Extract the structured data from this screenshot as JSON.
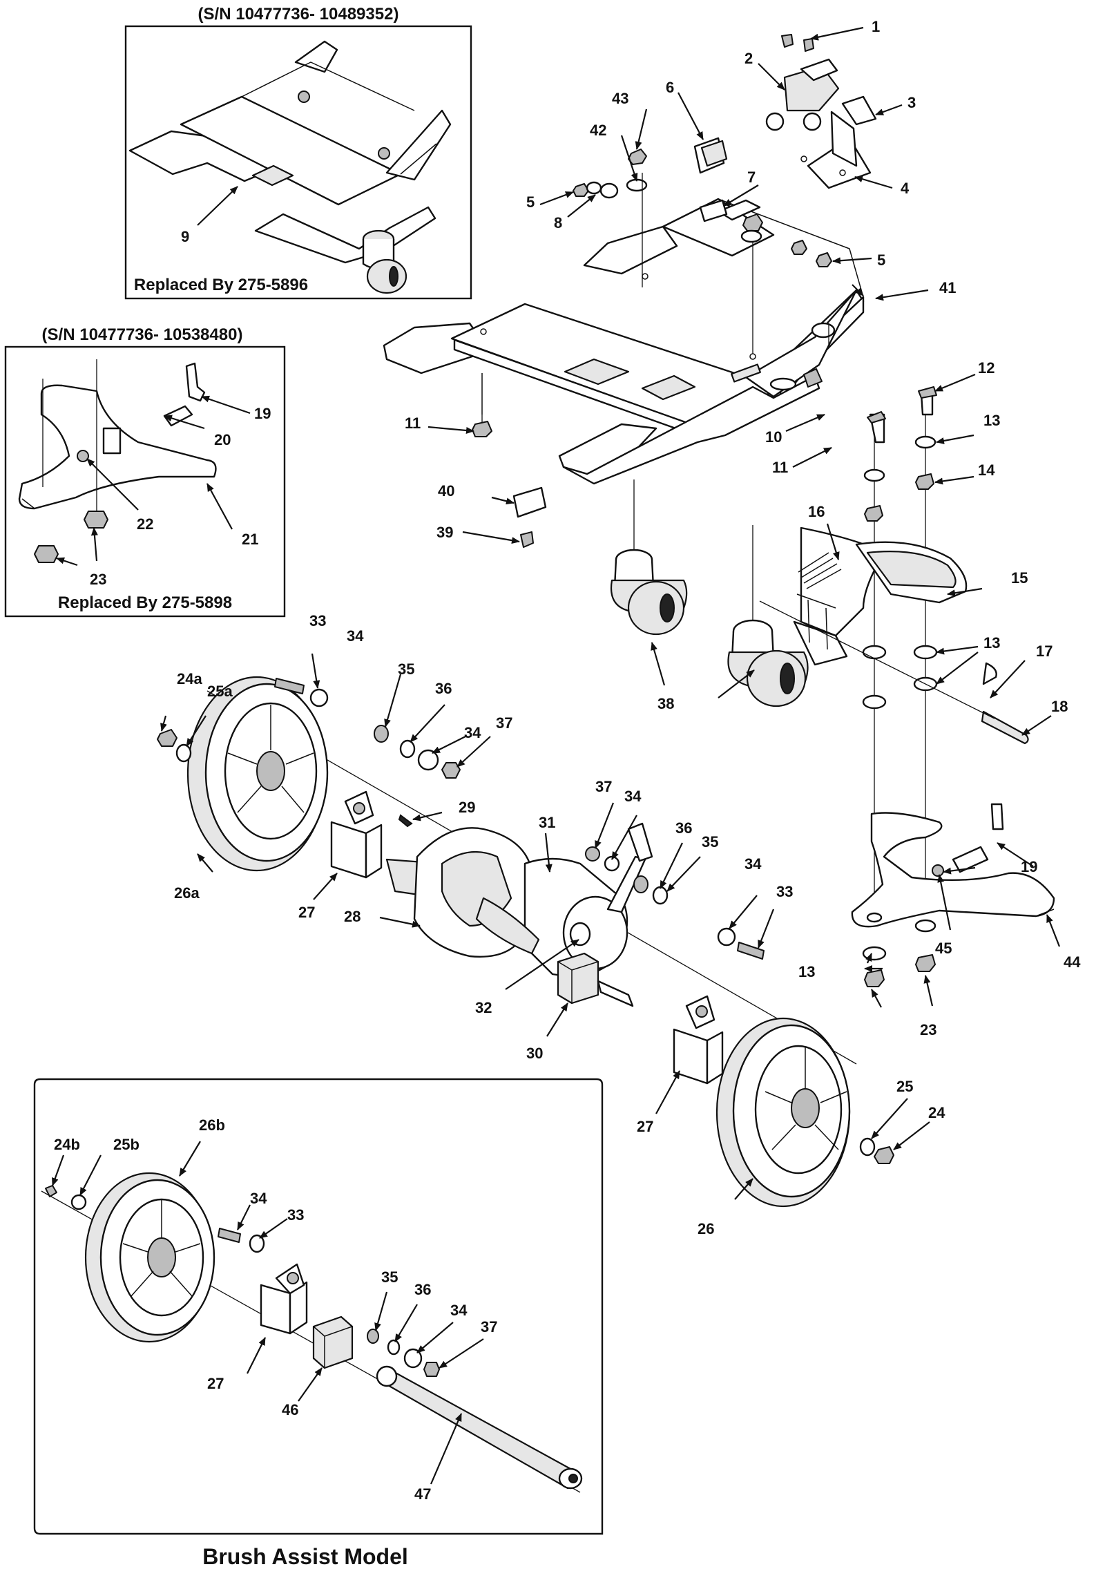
{
  "insets": {
    "upper": {
      "heading": "(S/N 10477736- 10489352)",
      "footer": "Replaced By 275-5896"
    },
    "lower": {
      "heading": "(S/N 10477736- 10538480)",
      "footer": "Replaced By 275-5898"
    },
    "brush": {
      "footer": "Brush Assist Model"
    }
  },
  "callouts": [
    {
      "id": "c1",
      "label": "1"
    },
    {
      "id": "c2",
      "label": "2"
    },
    {
      "id": "c3",
      "label": "3"
    },
    {
      "id": "c4",
      "label": "4"
    },
    {
      "id": "c5a",
      "label": "5"
    },
    {
      "id": "c5b",
      "label": "5"
    },
    {
      "id": "c6",
      "label": "6"
    },
    {
      "id": "c7",
      "label": "7"
    },
    {
      "id": "c8",
      "label": "8"
    },
    {
      "id": "c9",
      "label": "9"
    },
    {
      "id": "c10",
      "label": "10"
    },
    {
      "id": "c11a",
      "label": "11"
    },
    {
      "id": "c11b",
      "label": "11"
    },
    {
      "id": "c12",
      "label": "12"
    },
    {
      "id": "c13a",
      "label": "13"
    },
    {
      "id": "c13b",
      "label": "13"
    },
    {
      "id": "c13c",
      "label": "13"
    },
    {
      "id": "c14",
      "label": "14"
    },
    {
      "id": "c15",
      "label": "15"
    },
    {
      "id": "c16",
      "label": "16"
    },
    {
      "id": "c17",
      "label": "17"
    },
    {
      "id": "c18",
      "label": "18"
    },
    {
      "id": "c19a",
      "label": "19"
    },
    {
      "id": "c19b",
      "label": "19"
    },
    {
      "id": "c20",
      "label": "20"
    },
    {
      "id": "c21",
      "label": "21"
    },
    {
      "id": "c22",
      "label": "22"
    },
    {
      "id": "c23a",
      "label": "23"
    },
    {
      "id": "c23b",
      "label": "23"
    },
    {
      "id": "c24",
      "label": "24"
    },
    {
      "id": "c24a",
      "label": "24a"
    },
    {
      "id": "c24b",
      "label": "24b"
    },
    {
      "id": "c25",
      "label": "25"
    },
    {
      "id": "c25a",
      "label": "25a"
    },
    {
      "id": "c25b",
      "label": "25b"
    },
    {
      "id": "c26",
      "label": "26"
    },
    {
      "id": "c26a",
      "label": "26a"
    },
    {
      "id": "c26b",
      "label": "26b"
    },
    {
      "id": "c27a",
      "label": "27"
    },
    {
      "id": "c27b",
      "label": "27"
    },
    {
      "id": "c27c",
      "label": "27"
    },
    {
      "id": "c28",
      "label": "28"
    },
    {
      "id": "c29",
      "label": "29"
    },
    {
      "id": "c30",
      "label": "30"
    },
    {
      "id": "c31",
      "label": "31"
    },
    {
      "id": "c32",
      "label": "32"
    },
    {
      "id": "c33a",
      "label": "33"
    },
    {
      "id": "c33b",
      "label": "33"
    },
    {
      "id": "c33c",
      "label": "33"
    },
    {
      "id": "c34a",
      "label": "34"
    },
    {
      "id": "c34b",
      "label": "34"
    },
    {
      "id": "c34c",
      "label": "34"
    },
    {
      "id": "c34d",
      "label": "34"
    },
    {
      "id": "c34e",
      "label": "34"
    },
    {
      "id": "c34f",
      "label": "34"
    },
    {
      "id": "c35a",
      "label": "35"
    },
    {
      "id": "c35b",
      "label": "35"
    },
    {
      "id": "c35c",
      "label": "35"
    },
    {
      "id": "c36a",
      "label": "36"
    },
    {
      "id": "c36b",
      "label": "36"
    },
    {
      "id": "c36c",
      "label": "36"
    },
    {
      "id": "c37a",
      "label": "37"
    },
    {
      "id": "c37b",
      "label": "37"
    },
    {
      "id": "c37c",
      "label": "37"
    },
    {
      "id": "c38",
      "label": "38"
    },
    {
      "id": "c39",
      "label": "39"
    },
    {
      "id": "c40",
      "label": "40"
    },
    {
      "id": "c41",
      "label": "41"
    },
    {
      "id": "c42",
      "label": "42"
    },
    {
      "id": "c43",
      "label": "43"
    },
    {
      "id": "c44",
      "label": "44"
    },
    {
      "id": "c45",
      "label": "45"
    },
    {
      "id": "c46",
      "label": "46"
    },
    {
      "id": "c47",
      "label": "47"
    }
  ]
}
